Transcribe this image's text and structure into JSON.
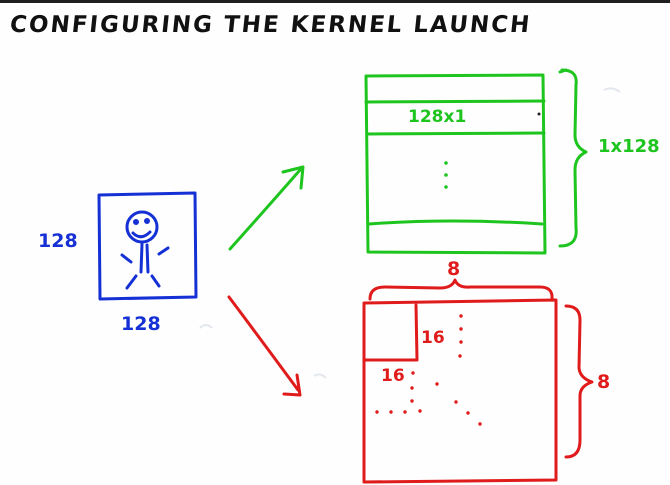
{
  "title": "CONFIGURING THE KERNEL LAUNCH",
  "image": {
    "side_label": "128",
    "bottom_label": "128",
    "face_icon": "stick-figure-icon"
  },
  "grid_1d": {
    "row_label": "128x1",
    "ellipsis": "⋮",
    "side_label": "1x128"
  },
  "grid_2d": {
    "top_label": "8",
    "tile_label_top": "16",
    "tile_label_left": "16",
    "side_label": "8"
  },
  "colors": {
    "blue": "#1531d6",
    "green": "#1fc51f",
    "red": "#e01b1b",
    "ink": "#111111"
  }
}
